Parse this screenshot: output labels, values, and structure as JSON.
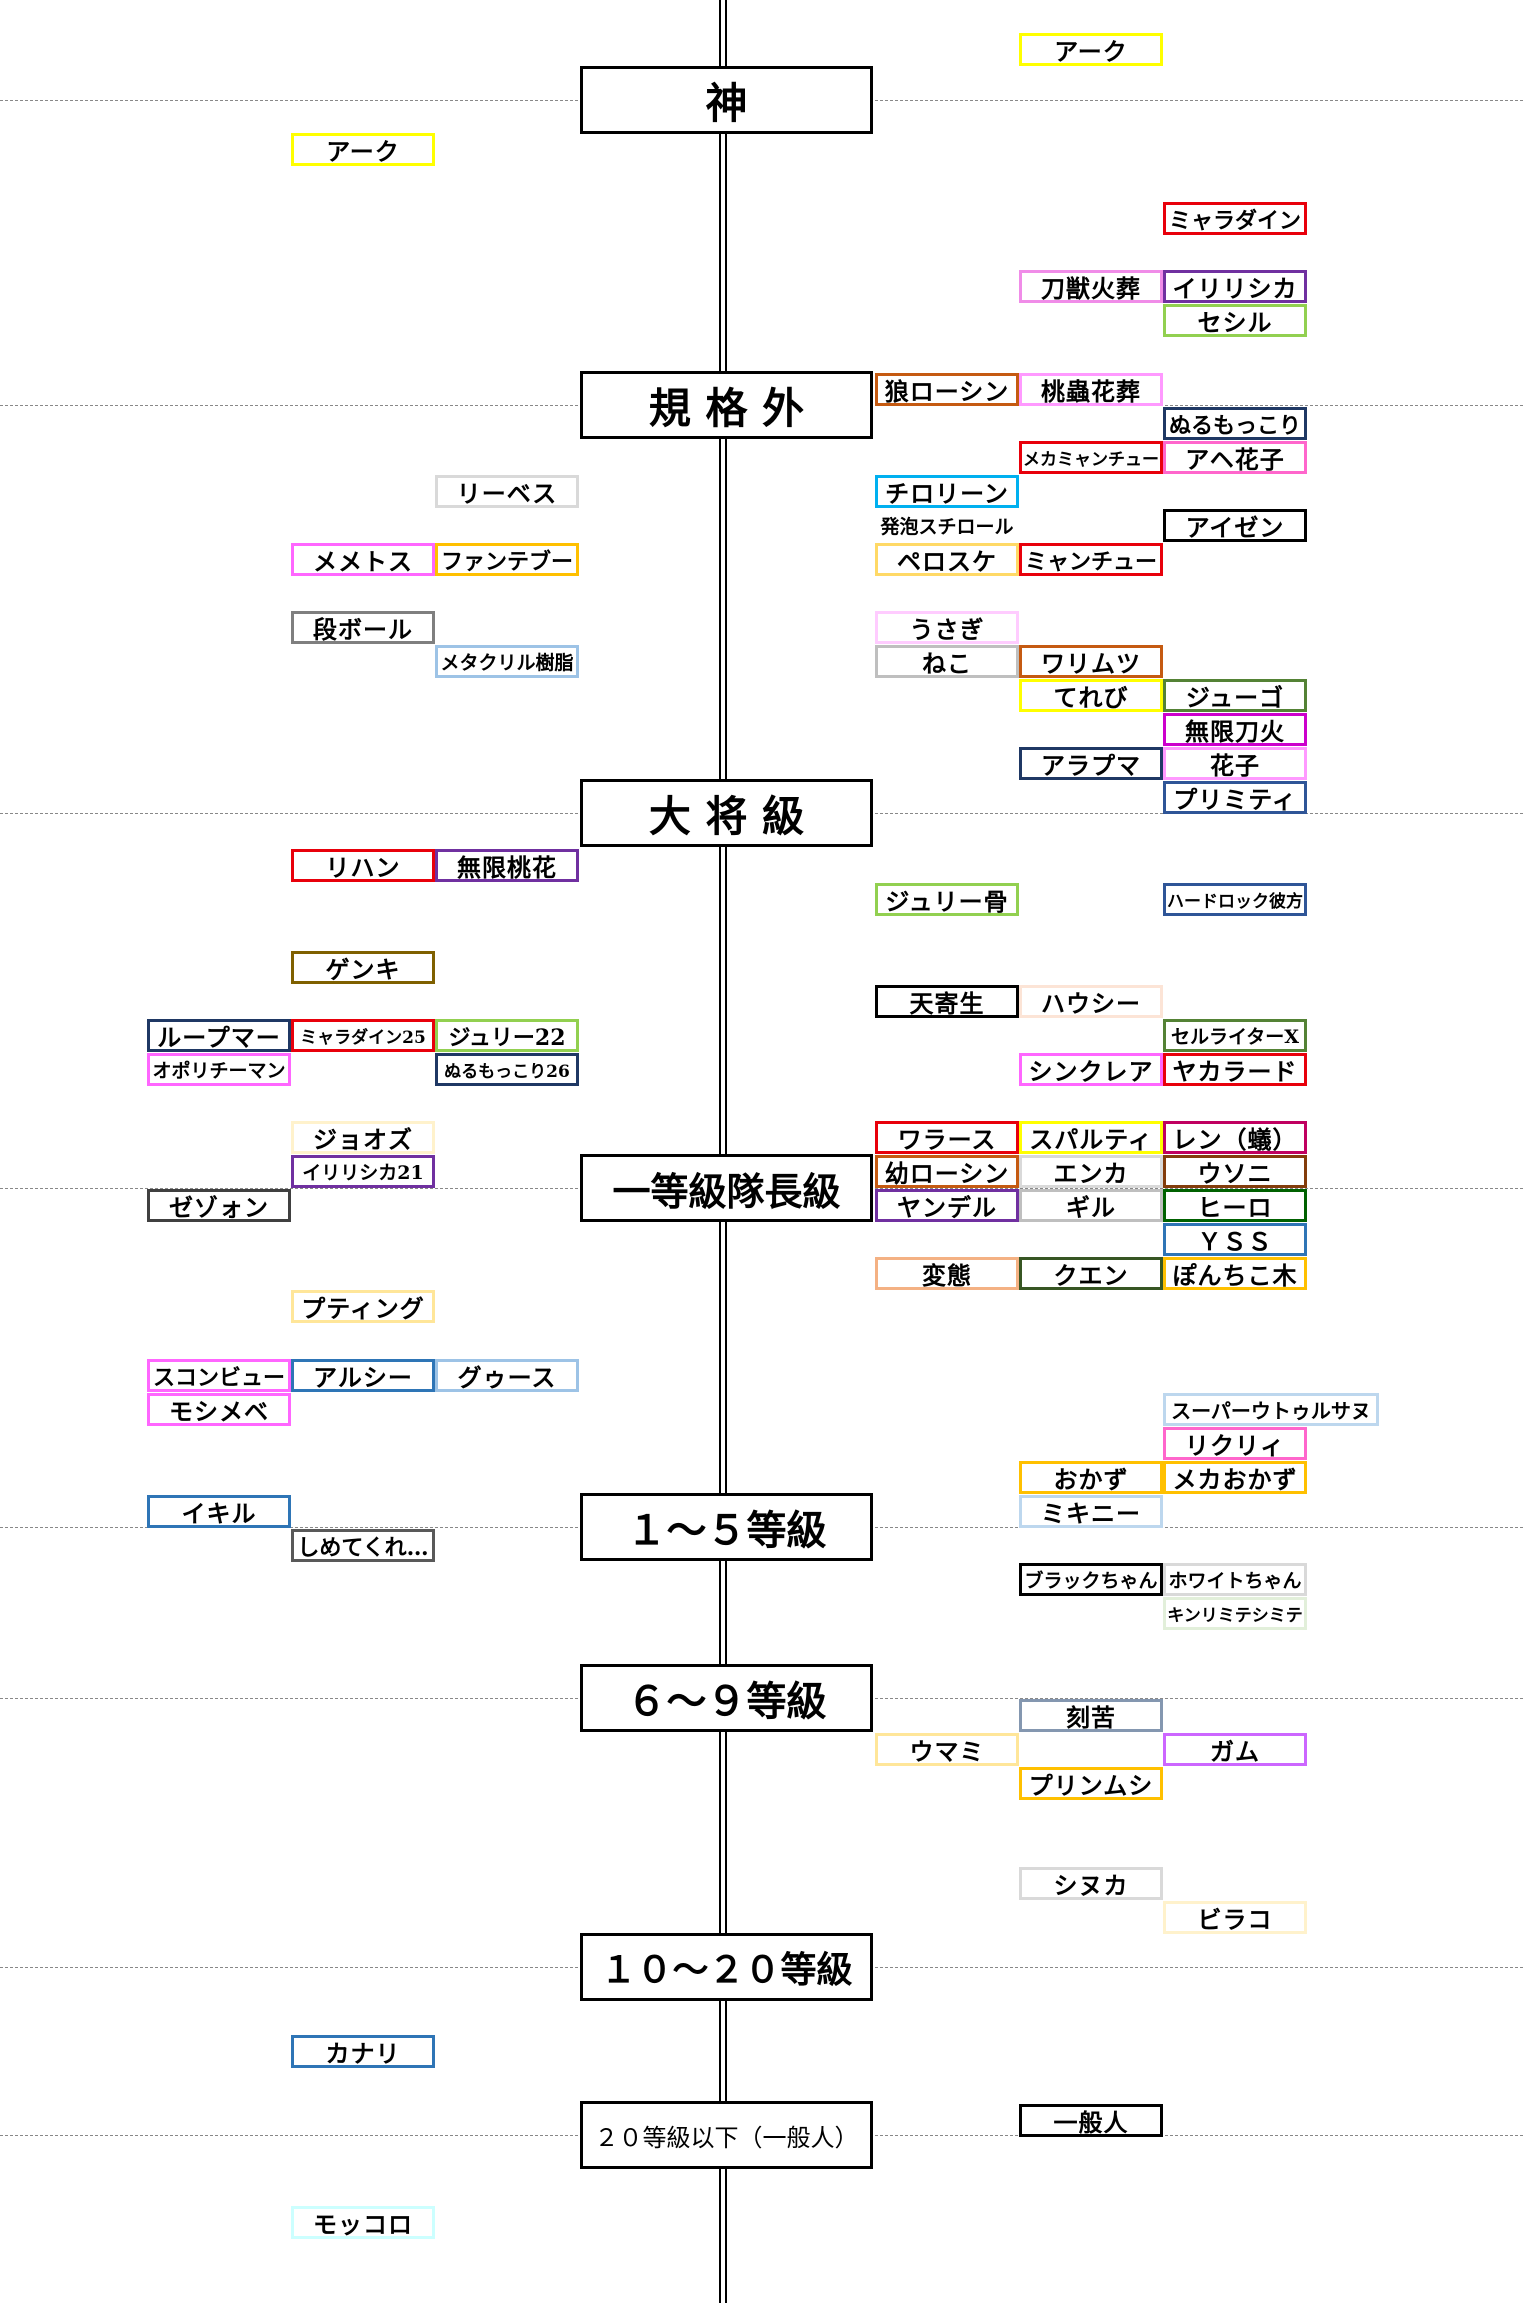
{
  "ranks": [
    {
      "label": "神"
    },
    {
      "label": "規 格 外"
    },
    {
      "label": "大 将 級"
    },
    {
      "label": "一等級隊長級"
    },
    {
      "label": "１～５等級"
    },
    {
      "label": "６～９等級"
    },
    {
      "label": "１０～２０等級"
    },
    {
      "label": "２０等級以下（一般人）"
    }
  ],
  "names": [
    {
      "text": "アーク",
      "color": "#ffff00"
    },
    {
      "text": "アーク",
      "color": "#ffff00"
    },
    {
      "text": "ミャラダイン",
      "color": "#e8000b"
    },
    {
      "text": "刀獣火葬",
      "color": "#f08ce8"
    },
    {
      "text": "イリリシカ",
      "color": "#7030a0"
    },
    {
      "text": "セシル",
      "color": "#92d050"
    },
    {
      "text": "狼ローシン",
      "color": "#c55a11"
    },
    {
      "text": "桃蟲花葬",
      "color": "#ff99ff"
    },
    {
      "text": "ぬるもっこり",
      "color": "#1f3864"
    },
    {
      "text": "メカミャンチュー",
      "color": "#e8000b"
    },
    {
      "text": "アヘ花子",
      "color": "#ff66cc"
    },
    {
      "text": "リーベス",
      "color": "#d9d9d9"
    },
    {
      "text": "チロリーン",
      "color": "#00b0f0"
    },
    {
      "text": "発泡スチロール",
      "color": "#ffffff"
    },
    {
      "text": "アイゼン",
      "color": "#000000"
    },
    {
      "text": "メメトス",
      "color": "#ff66ff"
    },
    {
      "text": "ファンテブー",
      "color": "#ffc000"
    },
    {
      "text": "ペロスケ",
      "color": "#ffd966"
    },
    {
      "text": "ミャンチュー",
      "color": "#e8000b"
    },
    {
      "text": "段ボール",
      "color": "#7f7f7f"
    },
    {
      "text": "メタクリル樹脂",
      "color": "#9dc3e6"
    },
    {
      "text": "うさぎ",
      "color": "#ffccff"
    },
    {
      "text": "ねこ",
      "color": "#bfbfbf"
    },
    {
      "text": "ワリムツ",
      "color": "#c55a11"
    },
    {
      "text": "てれび",
      "color": "#ffff00"
    },
    {
      "text": "ジューゴ",
      "color": "#548235"
    },
    {
      "text": "無限刀火",
      "color": "#cc00cc"
    },
    {
      "text": "アラプマ",
      "color": "#1f3864"
    },
    {
      "text": "花子",
      "color": "#ff99ff"
    },
    {
      "text": "プリミティ",
      "color": "#2f5597"
    },
    {
      "text": "リハン",
      "color": "#e8000b"
    },
    {
      "text": "無限桃花",
      "color": "#7030a0"
    },
    {
      "text": "ジュリー骨",
      "color": "#92d050"
    },
    {
      "text": "ハードロック彼方",
      "color": "#2f5597"
    },
    {
      "text": "ゲンキ",
      "color": "#7f6000"
    },
    {
      "text": "天寄生",
      "color": "#000000"
    },
    {
      "text": "ハウシー",
      "color": "#fce4d6"
    },
    {
      "text": "ループマー",
      "color": "#1f3864"
    },
    {
      "text": "ミャラダイン25",
      "color": "#e8000b"
    },
    {
      "text": "ジュリー22",
      "color": "#92d050"
    },
    {
      "text": "セルライターX",
      "color": "#548235"
    },
    {
      "text": "オポリチーマン",
      "color": "#ff66ff"
    },
    {
      "text": "ぬるもっこり26",
      "color": "#1f3864"
    },
    {
      "text": "シンクレア",
      "color": "#ff66ff"
    },
    {
      "text": "ヤカラード",
      "color": "#e8000b"
    },
    {
      "text": "ジョオズ",
      "color": "#fff2cc"
    },
    {
      "text": "イリリシカ21",
      "color": "#7030a0"
    },
    {
      "text": "ワラース",
      "color": "#e8000b"
    },
    {
      "text": "スパルティ",
      "color": "#ffff00"
    },
    {
      "text": "レン（蟻）",
      "color": "#c00060"
    },
    {
      "text": "ゼゾォン",
      "color": "#404040"
    },
    {
      "text": "幼ローシン",
      "color": "#c55a11"
    },
    {
      "text": "エンカ",
      "color": "#d9d9d9"
    },
    {
      "text": "ウソニ",
      "color": "#833c0b"
    },
    {
      "text": "ヤンデル",
      "color": "#7030a0"
    },
    {
      "text": "ギル",
      "color": "#bfbfbf"
    },
    {
      "text": "ヒーロ",
      "color": "#006100"
    },
    {
      "text": "ＹＳＳ",
      "color": "#2e75b6"
    },
    {
      "text": "変態",
      "color": "#f4b183"
    },
    {
      "text": "クエン",
      "color": "#375623"
    },
    {
      "text": "ぽんちこ木",
      "color": "#ffc000"
    },
    {
      "text": "プティング",
      "color": "#ffe699"
    },
    {
      "text": "スコンビュー",
      "color": "#ff66ff"
    },
    {
      "text": "アルシー",
      "color": "#2e75b6"
    },
    {
      "text": "グゥース",
      "color": "#9dc3e6"
    },
    {
      "text": "モシメベ",
      "color": "#ff66ff"
    },
    {
      "text": "スーパーウトゥルサヌ",
      "color": "#bdd7ee"
    },
    {
      "text": "リクリィ",
      "color": "#ff66cc"
    },
    {
      "text": "おかず",
      "color": "#ffc000"
    },
    {
      "text": "メカおかず",
      "color": "#ffc000"
    },
    {
      "text": "イキル",
      "color": "#2e75b6"
    },
    {
      "text": "ミキニー",
      "color": "#bdd7ee"
    },
    {
      "text": "しめてくれ…",
      "color": "#595959"
    },
    {
      "text": "ブラックちゃん",
      "color": "#000000"
    },
    {
      "text": "ホワイトちゃん",
      "color": "#d9d9d9"
    },
    {
      "text": "キンリミテシミテ",
      "color": "#e2efda"
    },
    {
      "text": "刻苦",
      "color": "#8497b0"
    },
    {
      "text": "ウマミ",
      "color": "#ffe699"
    },
    {
      "text": "ガム",
      "color": "#cc66ff"
    },
    {
      "text": "プリンムシ",
      "color": "#ffc000"
    },
    {
      "text": "シヌカ",
      "color": "#d9d9d9"
    },
    {
      "text": "ビラコ",
      "color": "#fff2cc"
    },
    {
      "text": "カナリ",
      "color": "#2e75b6"
    },
    {
      "text": "一般人",
      "color": "#000000"
    },
    {
      "text": "モッコロ",
      "color": "#ccffff"
    }
  ]
}
